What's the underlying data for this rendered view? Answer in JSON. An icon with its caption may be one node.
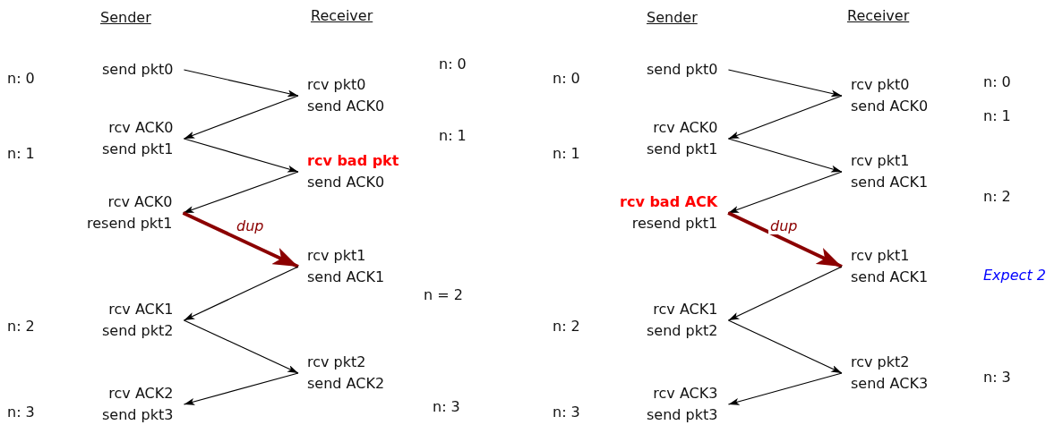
{
  "diagram": {
    "nodes": [
      {
        "text": [
          "send pkt0"
        ]
      },
      {
        "text": [
          "rcv pkt0",
          "send ACK0"
        ]
      },
      {
        "text": [
          "rcv ACK0",
          "send pkt1"
        ]
      },
      {
        "text": [
          "rcv bad pkt",
          "send ACK0"
        ]
      },
      {
        "text": [
          "rcv ACK0",
          "resend pkt1"
        ]
      },
      {
        "text": [
          "rcv pkt1",
          "send ACK1"
        ]
      },
      {
        "text": [
          "rcv ACK1",
          "send pkt2"
        ]
      },
      {
        "text": [
          "rcv pkt2",
          "send ACK2"
        ]
      },
      {
        "text": [
          "rcv ACK2",
          "send pkt3"
        ]
      },
      {
        "text": [
          "send pkt0"
        ]
      },
      {
        "text": [
          "rcv pkt0",
          "send ACK0"
        ]
      },
      {
        "text": [
          "rcv ACK0",
          "send pkt1"
        ]
      },
      {
        "text": [
          "rcv pkt1",
          "send ACK1"
        ]
      },
      {
        "text": [
          "rcv bad ACK",
          "resend pkt1"
        ]
      },
      {
        "text": [
          "rcv pkt1",
          "send ACK1"
        ]
      },
      {
        "text": [
          "rcv ACK1",
          "send pkt2"
        ]
      },
      {
        "text": [
          "rcv pkt2",
          "send ACK3"
        ]
      },
      {
        "text": [
          "rcv ACK3",
          "send pkt3"
        ]
      }
    ],
    "edges": [
      {
        "from": 0,
        "to": 1,
        "arrow": "to"
      },
      {
        "from": 1,
        "to": 2,
        "arrow": "to"
      },
      {
        "from": 2,
        "to": 3,
        "arrow": "to"
      },
      {
        "from": 3,
        "to": 4,
        "arrow": "to"
      },
      {
        "from": 4,
        "to": 5,
        "arrow": "to",
        "label": "dup",
        "style": "thick",
        "color": "#8b0000"
      },
      {
        "from": 5,
        "to": 6,
        "arrow": "to"
      },
      {
        "from": 6,
        "to": 7,
        "arrow": "to"
      },
      {
        "from": 7,
        "to": 8,
        "arrow": "to"
      },
      {
        "from": 9,
        "to": 10,
        "arrow": "to"
      },
      {
        "from": 10,
        "to": 11,
        "arrow": "to"
      },
      {
        "from": 11,
        "to": 12,
        "arrow": "to"
      },
      {
        "from": 12,
        "to": 13,
        "arrow": "to"
      },
      {
        "from": 13,
        "to": 14,
        "arrow": "to",
        "label": "dup",
        "style": "thick",
        "color": "#8b0000"
      },
      {
        "from": 14,
        "to": 15,
        "arrow": "to"
      },
      {
        "from": 15,
        "to": 16,
        "arrow": "to"
      },
      {
        "from": 16,
        "to": 17,
        "arrow": "to"
      }
    ],
    "labels": [
      "Sender",
      "Receiver",
      "n: 0",
      "n: 0",
      "n: 1",
      "n: 1",
      "n = 2",
      "n: 2",
      "n: 3",
      "n: 3",
      "Sender",
      "Receiver",
      "n: 0",
      "n: 0",
      "n: 1",
      "n: 1",
      "n: 2",
      "Expect 2",
      "n: 2",
      "n: 3",
      "n: 3"
    ]
  }
}
